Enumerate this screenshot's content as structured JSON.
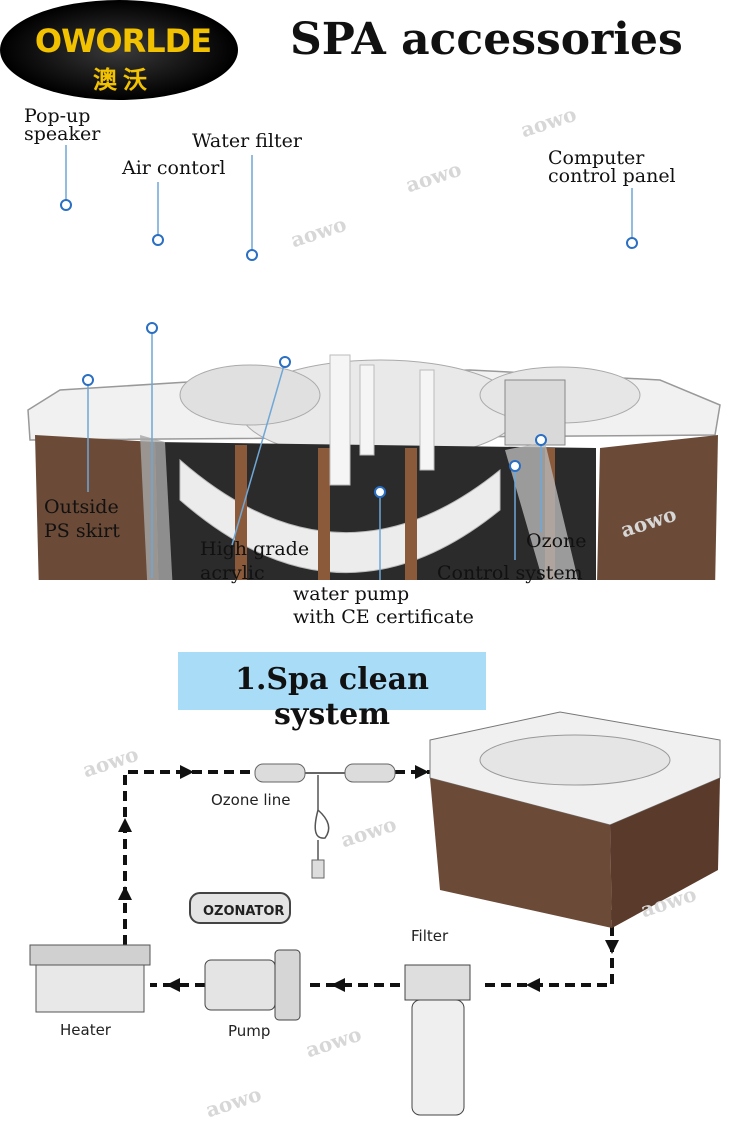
{
  "brand": {
    "name_en": "OWORLDE",
    "name_cn": "澳沃"
  },
  "title": "SPA accessories",
  "labels": {
    "popup_speaker_1": "Pop-up",
    "popup_speaker_2": "speaker",
    "water_filter": "Water filter",
    "air_control": "Air contorl",
    "computer_panel_1": "Computer",
    "computer_panel_2": "control panel",
    "outside_skirt_1": "Outside",
    "outside_skirt_2": "PS skirt",
    "acrylic_1": "High grade",
    "acrylic_2": "acrylic",
    "ozone": "Ozone",
    "control_system": "Control system",
    "pump_1": "water pump",
    "pump_2": "with CE certificate"
  },
  "section": {
    "title": "1.Spa clean system"
  },
  "diagram": {
    "ozone_line": "Ozone line",
    "ozonator": "OZONATOR",
    "filter": "Filter",
    "heater": "Heater",
    "pump": "Pump"
  },
  "watermark": "aowo",
  "colors": {
    "logo_text": "#f2c200",
    "section_bg": "#a9dcf7",
    "wood": "#6b4a37",
    "callout": "#6fa7d6"
  }
}
